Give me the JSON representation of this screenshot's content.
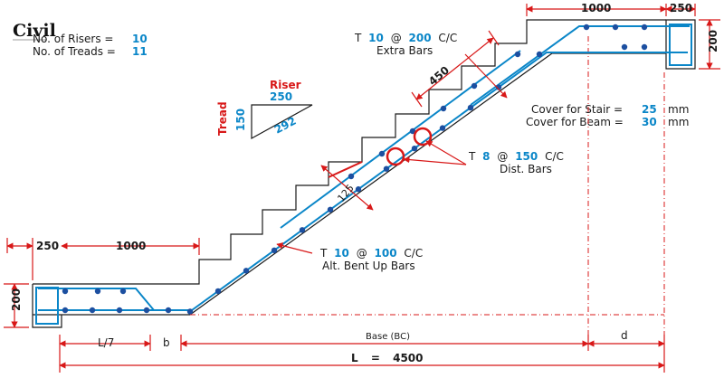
{
  "logo": {
    "text": "Civil"
  },
  "summary": {
    "risers_label": "No. of Risers =",
    "risers_value": "10",
    "treads_label": "No. of Treads =",
    "treads_value": "11"
  },
  "riser_tread": {
    "riser_label": "Riser",
    "riser_value": "250",
    "tread_label": "Tread",
    "tread_value": "150",
    "diag_value": "292"
  },
  "covers": {
    "stair_label": "Cover for Stair =",
    "stair_value": "25",
    "stair_unit": "mm",
    "beam_label": "Cover for Beam =",
    "beam_value": "30",
    "beam_unit": "mm"
  },
  "extra_bars": {
    "prefix": "T",
    "dia": "10",
    "at": "@",
    "spacing": "200",
    "suffix": "C/C",
    "name": "Extra Bars"
  },
  "dist_bars": {
    "prefix": "T",
    "dia": "8",
    "at": "@",
    "spacing": "150",
    "suffix": "C/C",
    "name": "Dist. Bars"
  },
  "bent_bars": {
    "prefix": "T",
    "dia": "10",
    "at": "@",
    "spacing": "100",
    "suffix": "C/C",
    "name": "Alt. Bent Up Bars"
  },
  "dims": {
    "top_landing": "1000",
    "top_beam": "250",
    "top_beam_depth": "200",
    "bottom_beam": "250",
    "bottom_landing": "1000",
    "bottom_beam_depth": "200",
    "extra_len": "450",
    "waist": "125",
    "l7": "L/7",
    "b": "b",
    "base": "Base (BC)",
    "d": "d",
    "L_label": "L",
    "L_eq": "=",
    "L_value": "4500"
  },
  "colors": {
    "bar": "#0a86c8",
    "dot": "#1c4fa0",
    "red": "#d81818",
    "line": "#1a1a1a",
    "dash": "#d81818"
  }
}
